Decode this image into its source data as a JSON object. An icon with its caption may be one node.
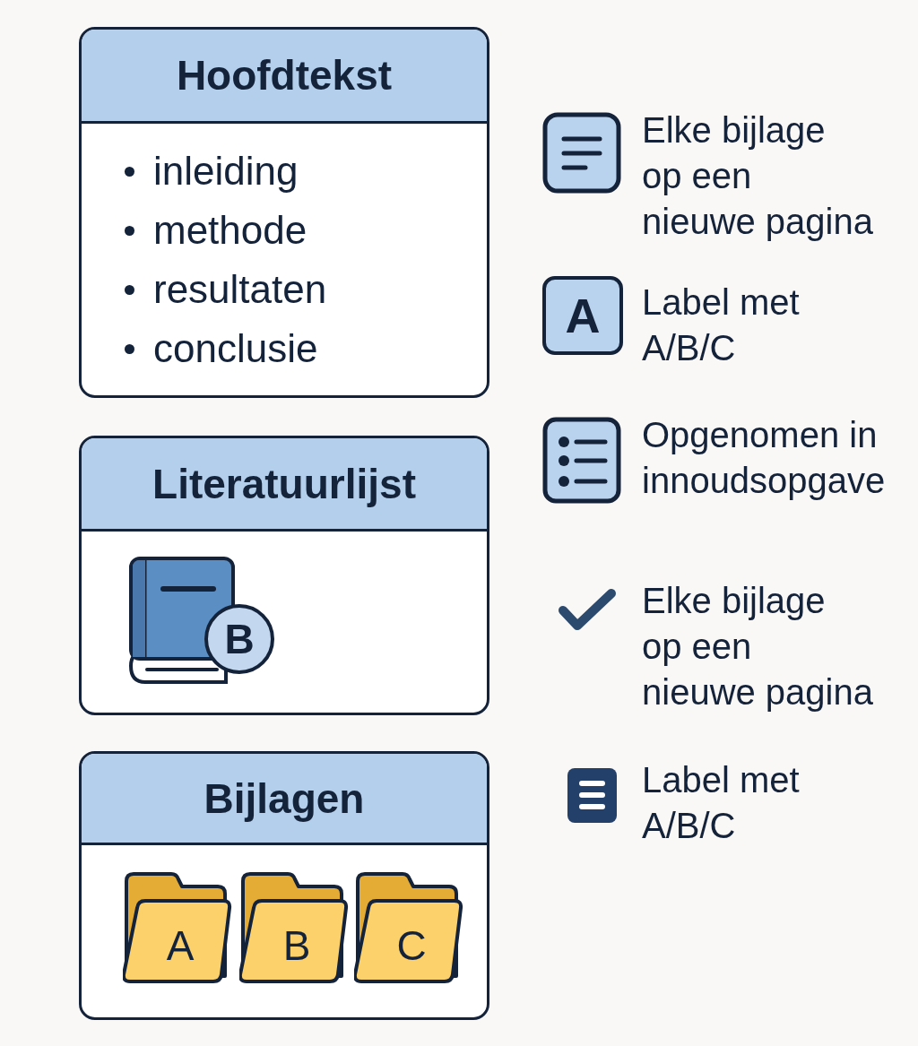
{
  "diagram": {
    "nodes": [
      {
        "text": [
          "Hoofdtekst",
          "inleiding",
          "methode",
          "resultaten",
          "conclusie"
        ]
      },
      {
        "text": [
          "Literatuurlijst"
        ]
      },
      {
        "text": [
          "B"
        ],
        "in": 1
      },
      {
        "text": [
          "Bijlagen"
        ]
      },
      {
        "text": [
          "A"
        ],
        "in": 3
      },
      {
        "text": [
          "B"
        ],
        "in": 3
      },
      {
        "text": [
          "C"
        ],
        "in": 3
      },
      {
        "text": [
          "A"
        ],
        "beside": [
          "Label met A/B/C"
        ]
      }
    ],
    "labels": [
      "Elke bijlage op een nieuwe pagina",
      "Opgenomen in innoudsopgave",
      "Elke bijlage op een nieuwe pagina",
      "Label met A/B/C"
    ]
  }
}
